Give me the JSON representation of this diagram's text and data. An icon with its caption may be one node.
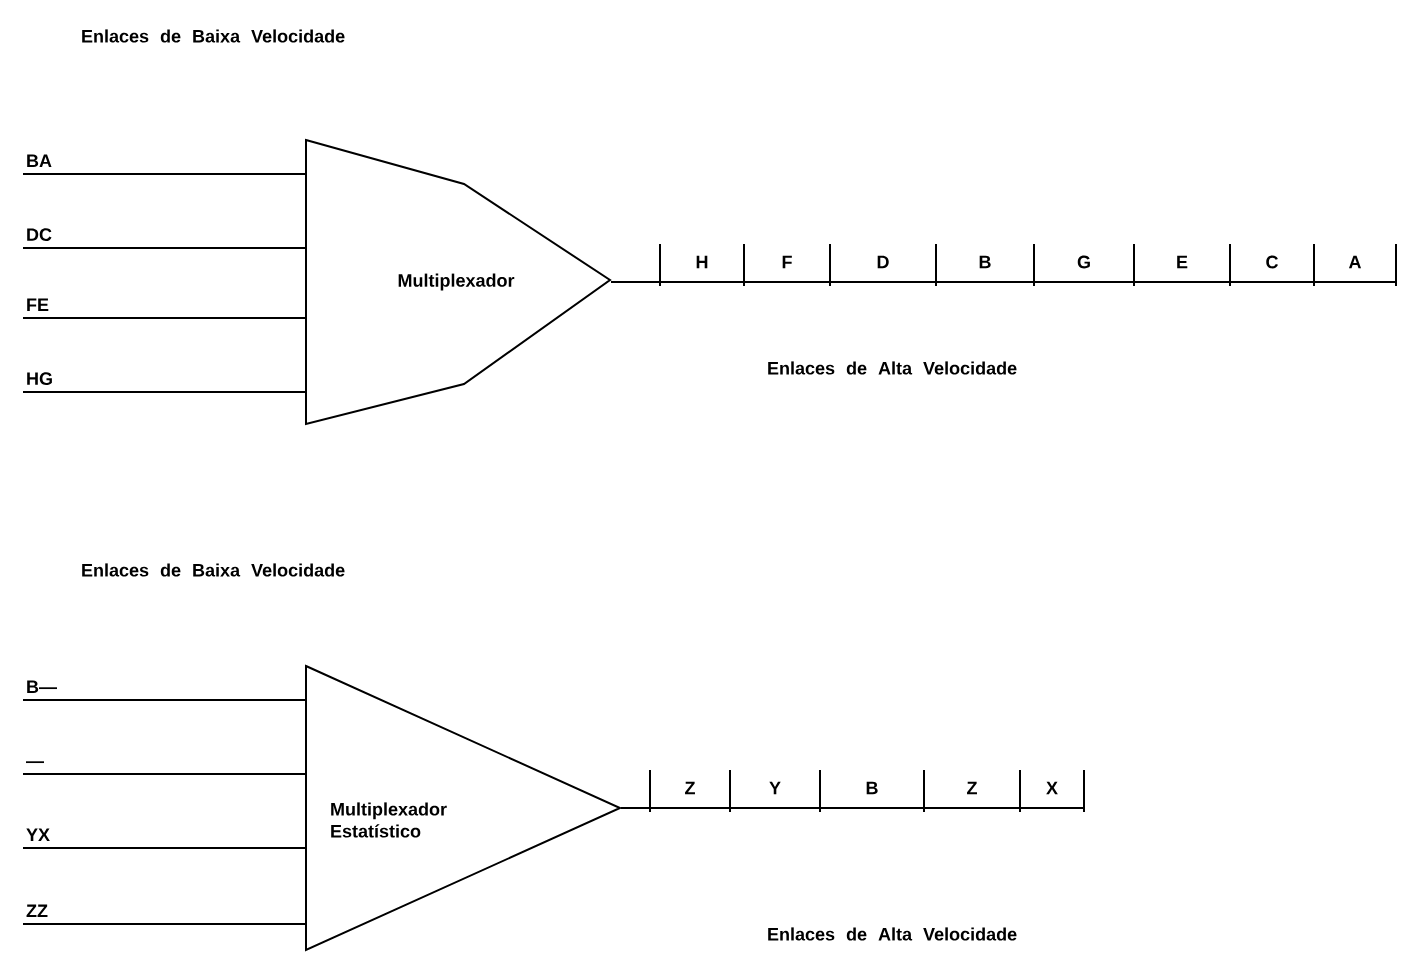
{
  "diagram": {
    "nodes": [
      {
        "text": [
          "Multiplexador"
        ]
      },
      {
        "text": [
          "Multiplexador Estatístico"
        ]
      }
    ],
    "edges": [
      {
        "from": null,
        "to": 0,
        "arrow": "none",
        "label": "BA"
      },
      {
        "from": null,
        "to": 0,
        "arrow": "none",
        "label": "DC"
      },
      {
        "from": null,
        "to": 0,
        "arrow": "none",
        "label": "FE"
      },
      {
        "from": null,
        "to": 0,
        "arrow": "none",
        "label": "HG"
      },
      {
        "from": 0,
        "to": null,
        "arrow": "none"
      },
      {
        "from": null,
        "to": 1,
        "arrow": "none",
        "label": "B—"
      },
      {
        "from": null,
        "to": 1,
        "arrow": "none",
        "label": "—"
      },
      {
        "from": null,
        "to": 1,
        "arrow": "none",
        "label": "YX"
      },
      {
        "from": null,
        "to": 1,
        "arrow": "none",
        "label": "ZZ"
      },
      {
        "from": 1,
        "to": null,
        "arrow": "none"
      }
    ],
    "labels": [
      "Enlaces de Baixa Velocidade",
      "H",
      "F",
      "D",
      "B",
      "G",
      "E",
      "C",
      "A",
      "Enlaces de Alta Velocidade",
      "Enlaces de Baixa Velocidade",
      "Z",
      "Y",
      "B",
      "Z",
      "X",
      "Enlaces de Alta Velocidade"
    ]
  }
}
